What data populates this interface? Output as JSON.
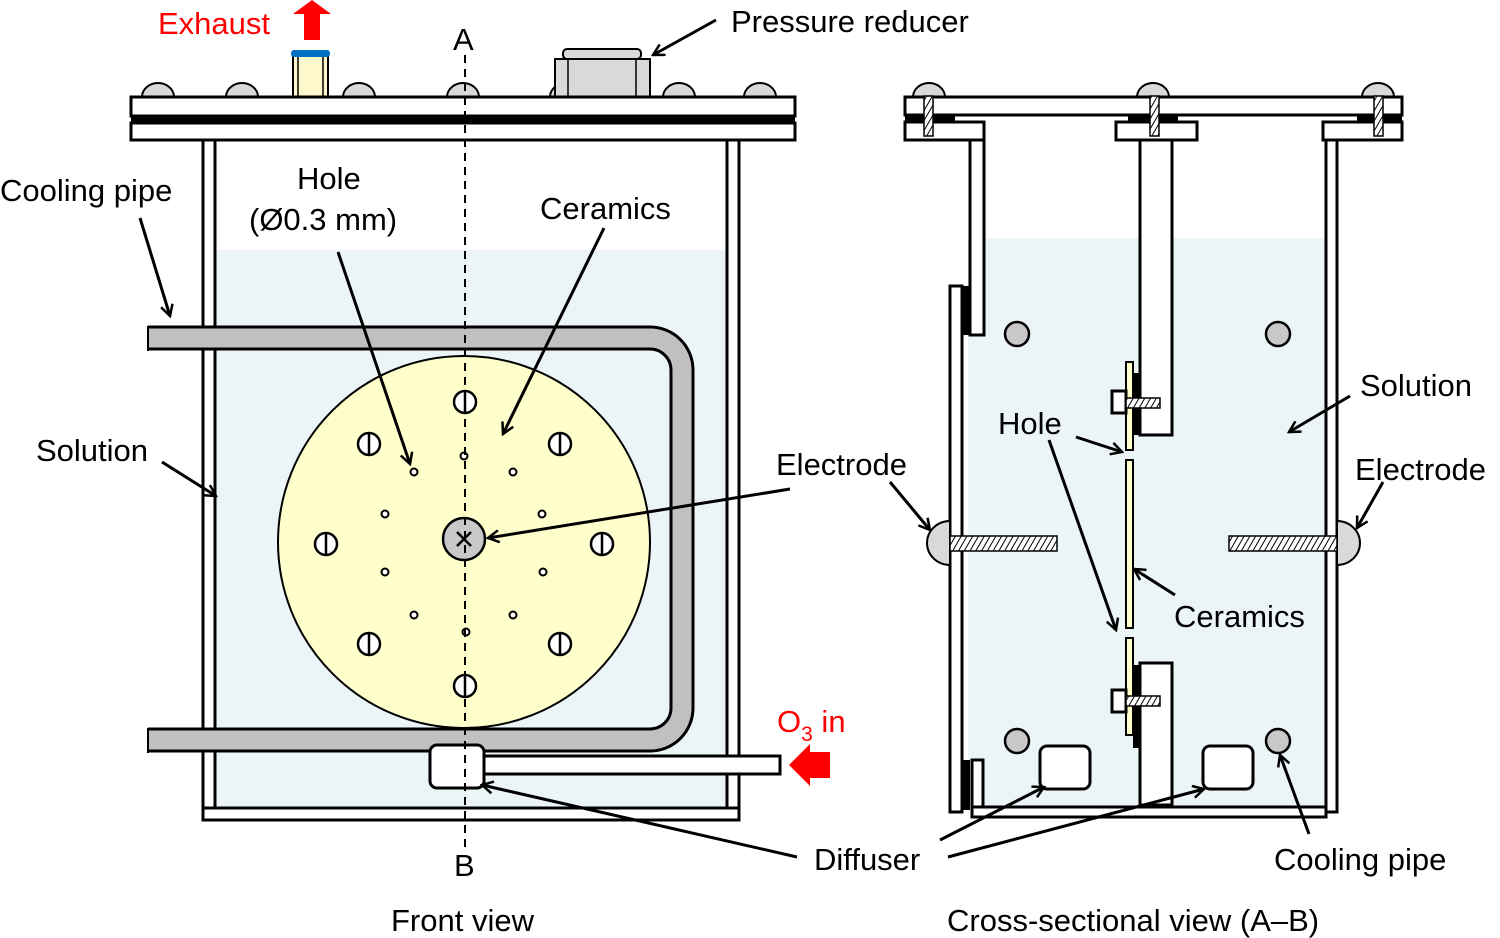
{
  "labels": {
    "exhaust": "Exhaust",
    "section_a": "A",
    "section_b": "B",
    "pressure_reducer": "Pressure reducer",
    "cooling_pipe_front": "Cooling pipe",
    "hole_front_line1": "Hole",
    "hole_front_line2": "(Ø0.3 mm)",
    "ceramics_front": "Ceramics",
    "solution_front": "Solution",
    "electrode_front": "Electrode",
    "o3_in_prefix": "O",
    "o3_in_sub": "3",
    "o3_in_suffix": " in",
    "diffuser": "Diffuser",
    "front_view": "Front view",
    "solution_cross": "Solution",
    "hole_cross": "Hole",
    "electrode_cross": "Electrode",
    "ceramics_cross": "Ceramics",
    "cooling_pipe_cross": "Cooling pipe",
    "cross_view": "Cross-sectional view (A–B)"
  },
  "colors": {
    "annotation_red": "#ff0000",
    "solution": "#ebf4f7",
    "ceramics": "#ffffcc",
    "exhaust_cap": "#0070c0",
    "pipe_gray": "#c0c0c0"
  }
}
